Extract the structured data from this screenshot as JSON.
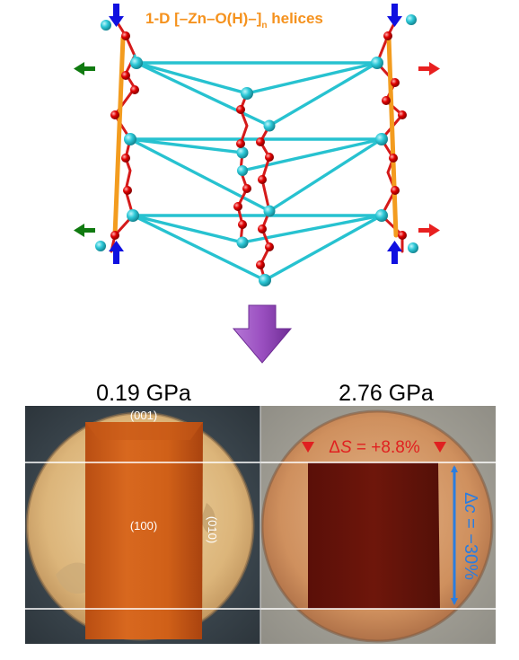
{
  "header": {
    "title_main": "1-D [–Zn–O(H)–]",
    "title_sub": "n",
    "title_tail": " helices"
  },
  "panels": {
    "left_pressure": "0.19 GPa",
    "right_pressure": "2.76 GPa",
    "face_001": "(001)",
    "face_100": "(100)",
    "face_010": "(010)",
    "delta_s_prefix": "Δ",
    "delta_s_symbol": "S",
    "delta_s_value": " = +8.8%",
    "delta_c_prefix": "Δ",
    "delta_c_symbol": "c",
    "delta_c_value": " = −30%"
  },
  "colors": {
    "title": "#f5921e",
    "helix_rod": "#f39c1f",
    "zn_atom": "#2ec9d8",
    "o_atom": "#e00000",
    "bond_cyan": "#27c2d0",
    "arrow_blue": "#1010e0",
    "arrow_green": "#107a10",
    "arrow_red": "#e82020",
    "big_arrow": "#9a4fc0",
    "delta_s": "#e02020",
    "delta_c": "#2a7de0"
  },
  "icons": [
    "compression-arrow-icon",
    "expansion-arrow-icon",
    "big-down-arrow-icon"
  ]
}
